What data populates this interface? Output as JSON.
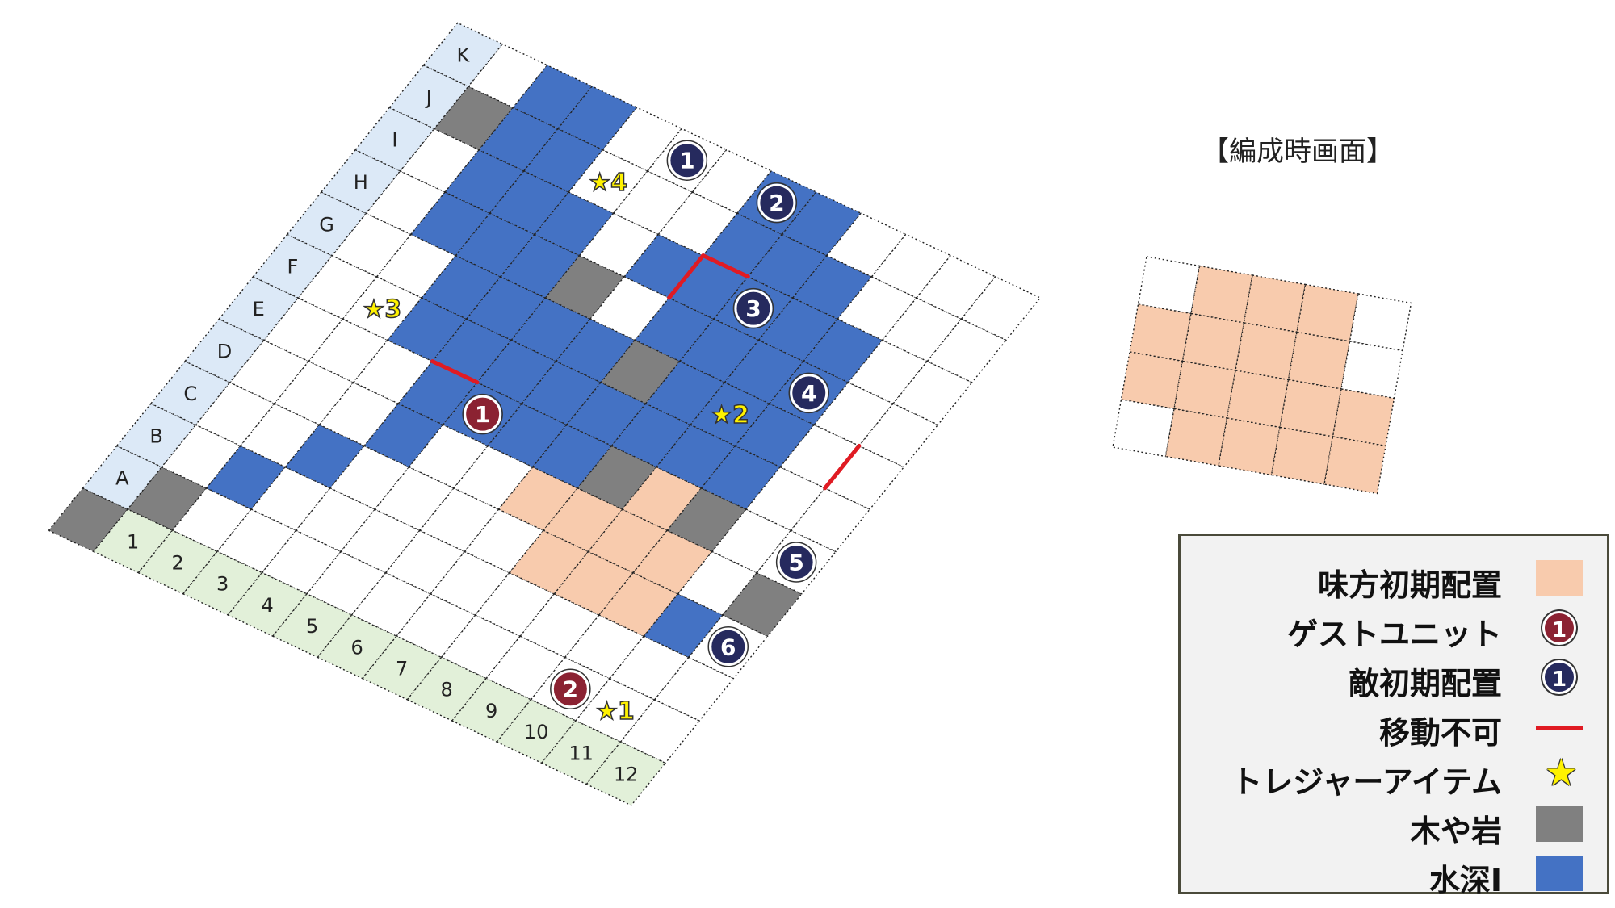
{
  "colors": {
    "water": "#4472c4",
    "blocked": "#808080",
    "ally": "#f8cbad",
    "guest": "#8b2232",
    "enemy": "#262a5e",
    "wall": "#e01b23",
    "star": "#fff200",
    "row_label_bg": "#dce9f7",
    "col_label_bg": "#e2f0d9"
  },
  "map": {
    "row_labels": [
      "A",
      "B",
      "C",
      "D",
      "E",
      "F",
      "G",
      "H",
      "I",
      "J",
      "K"
    ],
    "col_labels": [
      "1",
      "2",
      "3",
      "4",
      "5",
      "6",
      "7",
      "8",
      "9",
      "10",
      "11",
      "12"
    ],
    "blocked": [
      [
        1,
        1
      ],
      [
        10,
        1
      ],
      [
        8,
        5
      ],
      [
        4,
        12
      ],
      [
        7,
        7
      ],
      [
        5,
        8
      ],
      [
        5,
        10
      ]
    ],
    "water": [
      [
        5,
        6
      ],
      [
        6,
        6
      ],
      [
        7,
        6
      ],
      [
        7,
        5
      ],
      [
        7,
        4
      ],
      [
        8,
        4
      ],
      [
        9,
        4
      ],
      [
        9,
        3
      ],
      [
        10,
        3
      ],
      [
        11,
        3
      ],
      [
        12,
        2
      ],
      [
        5,
        5
      ],
      [
        6,
        5
      ],
      [
        6,
        4
      ],
      [
        6,
        3
      ],
      [
        7,
        3
      ],
      [
        8,
        3
      ],
      [
        9,
        2
      ],
      [
        10,
        2
      ],
      [
        11,
        2
      ],
      [
        6,
        8
      ],
      [
        7,
        8
      ],
      [
        8,
        8
      ],
      [
        9,
        8
      ],
      [
        10,
        8
      ],
      [
        11,
        8
      ],
      [
        6,
        9
      ],
      [
        7,
        9
      ],
      [
        8,
        9
      ],
      [
        9,
        9
      ],
      [
        10,
        9
      ],
      [
        6,
        10
      ],
      [
        7,
        10
      ],
      [
        8,
        10
      ],
      [
        9,
        10
      ],
      [
        5,
        7
      ],
      [
        6,
        7
      ],
      [
        8,
        7
      ],
      [
        9,
        7
      ],
      [
        10,
        7
      ],
      [
        11,
        7
      ],
      [
        4,
        4
      ],
      [
        5,
        4
      ],
      [
        8,
        2
      ],
      [
        9,
        6
      ],
      [
        2,
        2
      ],
      [
        3,
        3
      ],
      [
        3,
        11
      ]
    ],
    "ally": [
      [
        4,
        7
      ],
      [
        5,
        7
      ],
      [
        6,
        7
      ],
      [
        7,
        7
      ],
      [
        3,
        8
      ],
      [
        4,
        8
      ],
      [
        5,
        8
      ],
      [
        6,
        8
      ],
      [
        7,
        8
      ],
      [
        3,
        9
      ],
      [
        4,
        9
      ],
      [
        5,
        9
      ],
      [
        6,
        9
      ],
      [
        3,
        10
      ],
      [
        4,
        10
      ],
      [
        5,
        10
      ]
    ],
    "guest_units": [
      {
        "label": "1",
        "row": 5,
        "col": 5
      },
      {
        "label": "2",
        "row": 1,
        "col": 10
      }
    ],
    "enemy_units": [
      {
        "label": "1",
        "row": 11,
        "col": 5
      },
      {
        "label": "2",
        "row": 11,
        "col": 7
      },
      {
        "label": "3",
        "row": 9,
        "col": 8
      },
      {
        "label": "4",
        "row": 8,
        "col": 10
      },
      {
        "label": "5",
        "row": 5,
        "col": 12
      },
      {
        "label": "6",
        "row": 3,
        "col": 12
      }
    ],
    "treasures": [
      {
        "label": "★1",
        "row": 1,
        "col": 11
      },
      {
        "label": "★2",
        "row": 7,
        "col": 9
      },
      {
        "label": "★3",
        "row": 6,
        "col": 2
      },
      {
        "label": "★4",
        "row": 10,
        "col": 4
      }
    ],
    "walls": [
      {
        "row": 9,
        "col": 7,
        "side": "left"
      },
      {
        "row": 9,
        "col": 7,
        "side": "top"
      },
      {
        "row": 7,
        "col": 11,
        "side": "right"
      },
      {
        "row": 5,
        "col": 4,
        "side": "top"
      }
    ]
  },
  "formation": {
    "title": "【編成時画面】",
    "cells": [
      [
        1,
        0
      ],
      [
        2,
        0
      ],
      [
        3,
        0
      ],
      [
        0,
        1
      ],
      [
        1,
        1
      ],
      [
        2,
        1
      ],
      [
        3,
        1
      ],
      [
        0,
        2
      ],
      [
        1,
        2
      ],
      [
        2,
        2
      ],
      [
        3,
        2
      ],
      [
        4,
        2
      ],
      [
        1,
        3
      ],
      [
        2,
        3
      ],
      [
        3,
        3
      ],
      [
        4,
        3
      ]
    ]
  },
  "legend": {
    "items": [
      {
        "label": "味方初期配置",
        "type": "swatch",
        "color": "#f8cbad"
      },
      {
        "label": "ゲストユニット",
        "type": "badge",
        "color": "#8b2232",
        "badge": "1"
      },
      {
        "label": "敵初期配置",
        "type": "badge",
        "color": "#262a5e",
        "badge": "1"
      },
      {
        "label": "移動不可",
        "type": "line",
        "color": "#e01b23"
      },
      {
        "label": "トレジャーアイテム",
        "type": "star",
        "color": "#fff200",
        "symbol": "★"
      },
      {
        "label": "木や岩",
        "type": "swatch",
        "color": "#808080"
      },
      {
        "label": "水深Ⅰ",
        "type": "swatch",
        "color": "#4472c4"
      }
    ]
  }
}
